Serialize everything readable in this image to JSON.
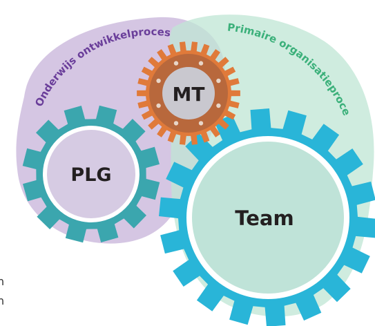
{
  "diagram": {
    "regions": {
      "onderwijs": {
        "label": "Onderwijs ontwikkelproces",
        "fill": "#c7b3d9",
        "text_color": "#6a3e9a"
      },
      "primaire": {
        "label": "Primaire organisatieproces",
        "fill": "#bfe6d4",
        "text_color": "#3bb07a"
      }
    },
    "gears": {
      "mt": {
        "label": "MT",
        "teeth_color": "#e07a3a",
        "ring_color": "#b8683c",
        "hub_color": "#c9c8cf"
      },
      "plg": {
        "label": "PLG",
        "teeth_color": "#3ba6ae",
        "hub_color": "#d6cbe3"
      },
      "team": {
        "label": "Team",
        "teeth_color": "#29b5d8",
        "hub_color": "#bfe3d8"
      }
    },
    "edge_text": [
      "n",
      "n"
    ]
  }
}
